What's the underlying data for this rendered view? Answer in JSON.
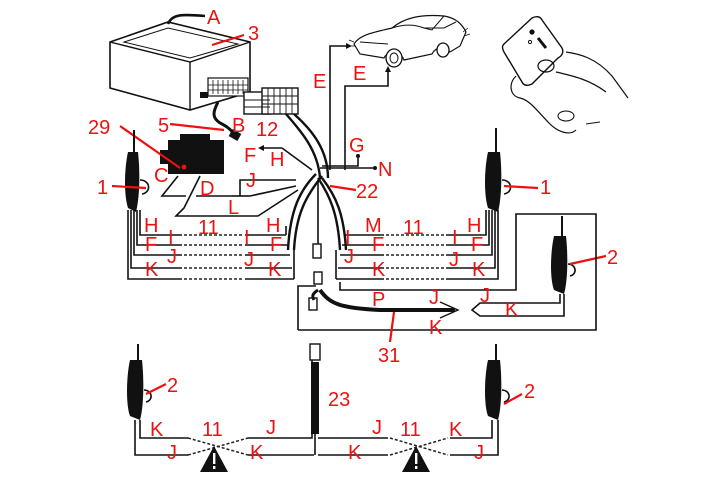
{
  "diagram": {
    "colors": {
      "label": "#ee1111",
      "ink": "#111111",
      "background": "#ffffff"
    },
    "components": {
      "antenna": "A",
      "control_unit": "3",
      "connector_b": "B",
      "harness_5": "5",
      "connector_12": "12",
      "siren_29": "29",
      "connector_c": "C",
      "connector_d": "D",
      "front_motor_left": "1",
      "front_motor_right": "1",
      "harness_22": "22",
      "rear_motor_right": "2",
      "rear_motor_left_bottom": "2",
      "rear_motor_right_bottom": "2",
      "harness_31": "31",
      "door_harness_23": "23",
      "door_gap_11": "11"
    },
    "wire_labels": {
      "E_top": "E",
      "E_right": "E",
      "F": "F",
      "G": "G",
      "H": "H",
      "J": "J",
      "L": "L",
      "N": "N",
      "M": "M",
      "P": "P",
      "I": "I",
      "K": "K"
    },
    "icons": [
      "car-icon",
      "remote-hand-icon",
      "warning-icon"
    ]
  }
}
